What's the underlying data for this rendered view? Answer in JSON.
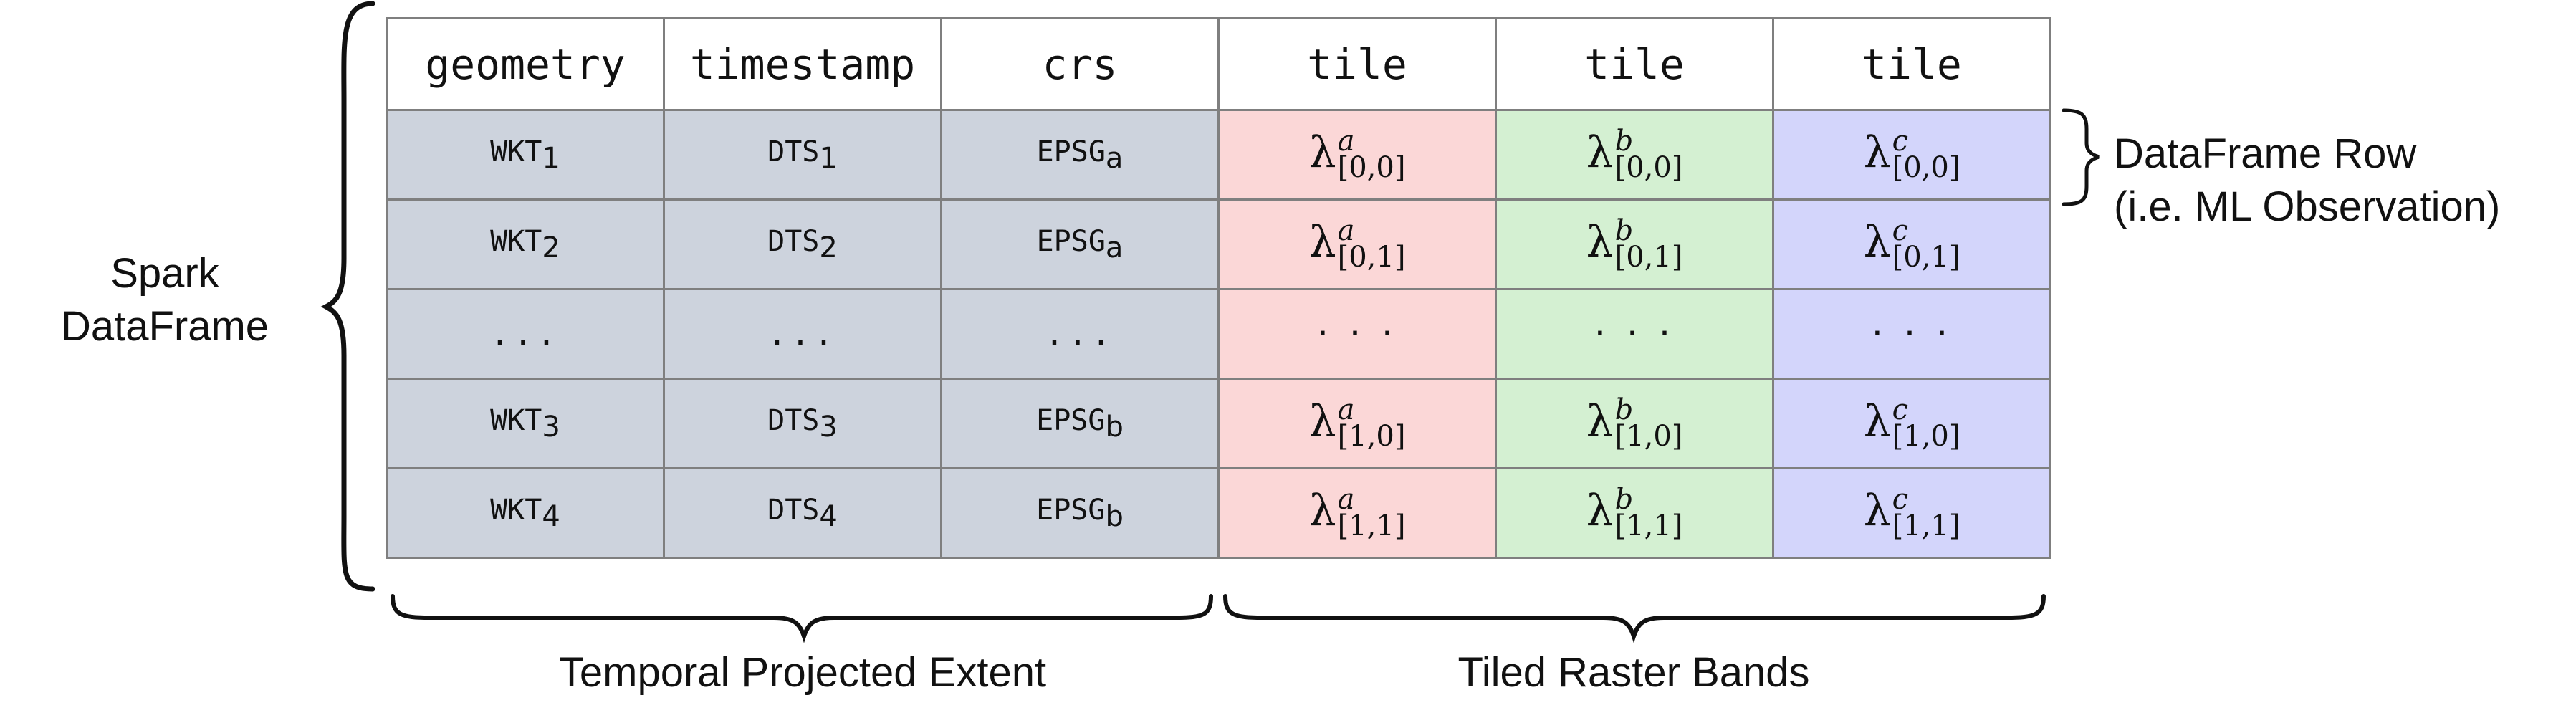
{
  "labels": {
    "left_brace_line1": "Spark",
    "left_brace_line2": "DataFrame",
    "row_brace_line1": "DataFrame Row",
    "row_brace_line2": "(i.e. ML Observation)",
    "bottom_left": "Temporal Projected Extent",
    "bottom_right": "Tiled Raster Bands"
  },
  "columns": [
    "geometry",
    "timestamp",
    "crs",
    "tile",
    "tile",
    "tile"
  ],
  "rows": [
    {
      "geometry": {
        "base": "WKT",
        "sub": "1"
      },
      "timestamp": {
        "base": "DTS",
        "sub": "1"
      },
      "crs": {
        "base": "EPSG",
        "sub": "a"
      },
      "tiles": [
        {
          "sup": "a",
          "sub": "[0,0]"
        },
        {
          "sup": "b",
          "sub": "[0,0]"
        },
        {
          "sup": "c",
          "sub": "[0,0]"
        }
      ]
    },
    {
      "geometry": {
        "base": "WKT",
        "sub": "2"
      },
      "timestamp": {
        "base": "DTS",
        "sub": "2"
      },
      "crs": {
        "base": "EPSG",
        "sub": "a"
      },
      "tiles": [
        {
          "sup": "a",
          "sub": "[0,1]"
        },
        {
          "sup": "b",
          "sub": "[0,1]"
        },
        {
          "sup": "c",
          "sub": "[0,1]"
        }
      ]
    },
    {
      "ellipsis": "..."
    },
    {
      "geometry": {
        "base": "WKT",
        "sub": "3"
      },
      "timestamp": {
        "base": "DTS",
        "sub": "3"
      },
      "crs": {
        "base": "EPSG",
        "sub": "b"
      },
      "tiles": [
        {
          "sup": "a",
          "sub": "[1,0]"
        },
        {
          "sup": "b",
          "sub": "[1,0]"
        },
        {
          "sup": "c",
          "sub": "[1,0]"
        }
      ]
    },
    {
      "geometry": {
        "base": "WKT",
        "sub": "4"
      },
      "timestamp": {
        "base": "DTS",
        "sub": "4"
      },
      "crs": {
        "base": "EPSG",
        "sub": "b"
      },
      "tiles": [
        {
          "sup": "a",
          "sub": "[1,1]"
        },
        {
          "sup": "b",
          "sub": "[1,1]"
        },
        {
          "sup": "c",
          "sub": "[1,1]"
        }
      ]
    }
  ],
  "tile_symbol": "λ",
  "ellipsis_bands": "· · ·",
  "colors": {
    "metadata_cell": "#cdd3dd",
    "band_a": "#fbd7d7",
    "band_b": "#d4f0d2",
    "band_c": "#d3d5fb",
    "grid": "#7f7f7f"
  }
}
